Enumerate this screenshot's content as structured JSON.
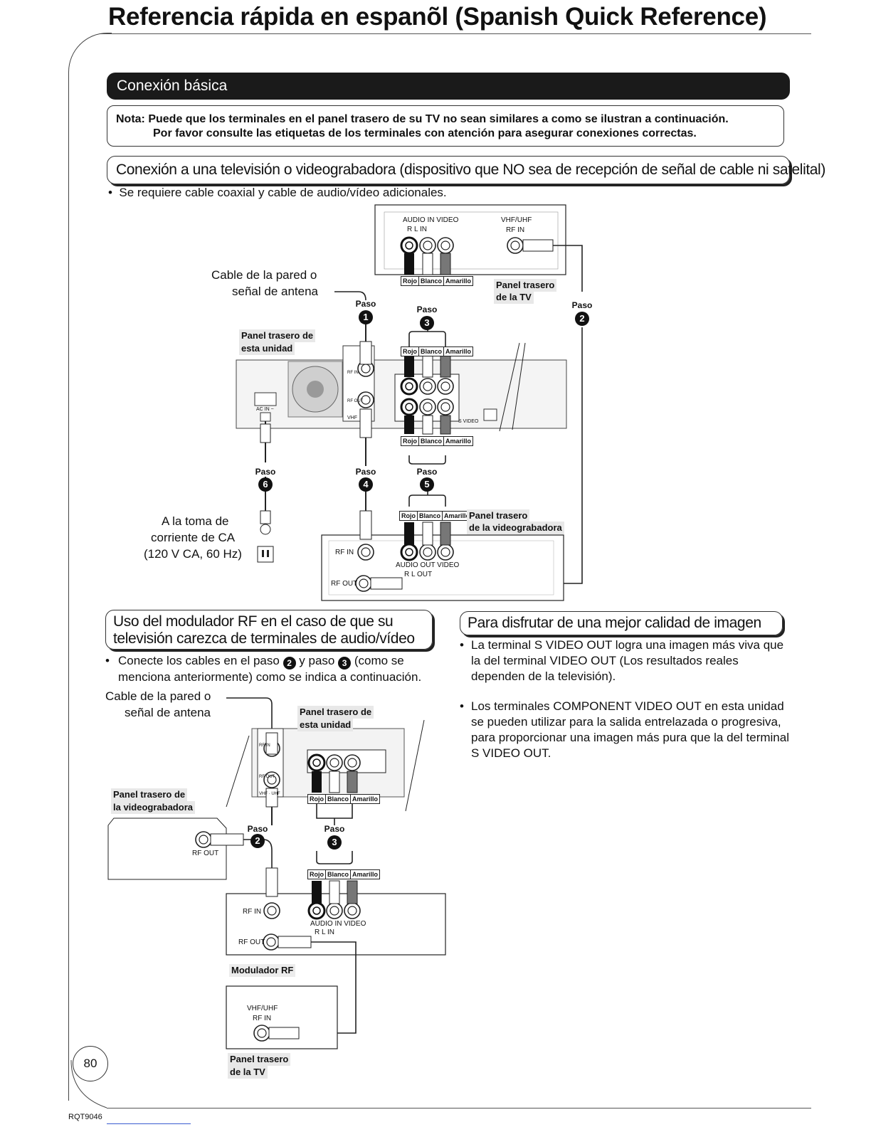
{
  "page": {
    "title": "Referencia rápida en espanõl (Spanish Quick Reference)",
    "section": "Conexión básica",
    "note": {
      "line1": "Nota: Puede que los terminales en el panel trasero de su TV no sean similares a como se ilustran a continuación.",
      "line2": "Por favor consulte las etiquetas de los terminales con atención para asegurar conexiones correctas."
    },
    "page_number": "80",
    "doc_code": "RQT9046"
  },
  "connection": {
    "heading": "Conexión a una televisión o videograbadora (dispositivo que NO sea de recepción de señal de cable ni satelital)",
    "bullet": "Se requiere cable coaxial y cable de audio/vídeo adicionales.",
    "cable_label_1": "Cable de la pared o",
    "cable_label_2": "señal de antena",
    "outlet_1": "A la toma de",
    "outlet_2": "corriente de CA",
    "outlet_3": "(120 V CA, 60 Hz)",
    "tv_audio_in_1": "AUDIO IN  VIDEO",
    "tv_audio_in_2": "R      L       IN",
    "tv_rf_1": "VHF/UHF",
    "tv_rf_2": "RF IN",
    "panel_tv_1": "Panel trasero",
    "panel_tv_2": "de la TV",
    "panel_unit_1": "Panel trasero de",
    "panel_unit_2": "esta unidad",
    "panel_vcr_1": "Panel trasero",
    "panel_vcr_2": "de la videograbadora",
    "vcr_rf_in": "RF IN",
    "vcr_rf_out": "RF OUT",
    "vcr_audio_out_1": "AUDIO OUT VIDEO",
    "vcr_audio_out_2": "R       L      OUT",
    "unit_rf_in": "RF IN",
    "unit_rf_out": "RF OUT",
    "unit_ac_in": "AC IN ~",
    "unit_vhf": "VHF",
    "unit_svideo": "S VIDEO",
    "paso": "Paso",
    "steps": [
      "1",
      "2",
      "3",
      "4",
      "5",
      "6"
    ],
    "colors": [
      "Rojo",
      "Blanco",
      "Amarillo"
    ]
  },
  "modulator": {
    "heading_1": "Uso del modulador RF en el caso de que su",
    "heading_2": "televisión carezca de terminales de audio/vídeo",
    "bullet_a": "Conecte los cables en el paso",
    "bullet_b": "y paso",
    "bullet_c": "(como se",
    "bullet_d": "menciona anteriormente) como se indica a continuación.",
    "step_a": "2",
    "step_b": "3",
    "cable_label_1": "Cable de la pared o",
    "cable_label_2": "señal de antena",
    "panel_unit_1": "Panel trasero de",
    "panel_unit_2": "esta unidad",
    "panel_vcr_1": "Panel trasero de",
    "panel_vcr_2": "la videograbadora",
    "vcr_rf_out": "RF OUT",
    "mod_rf_in": "RF IN",
    "mod_rf_out": "RF OUT",
    "mod_audio_1": "AUDIO IN  VIDEO",
    "mod_audio_2": "R      L       IN",
    "mod_label": "Modulador RF",
    "tv_rf_1": "VHF/UHF",
    "tv_rf_2": "RF IN",
    "panel_tv_1": "Panel trasero",
    "panel_tv_2": "de la TV",
    "unit_rf_in": "RF IN",
    "unit_rf_out": "RF OUT",
    "unit_vhf": "VHF · UHF"
  },
  "quality": {
    "heading": "Para disfrutar de una mejor calidad de imagen",
    "bullet_1": "La terminal S VIDEO OUT logra una imagen más viva que la del terminal VIDEO OUT (Los resultados reales dependen de la televisión).",
    "bullet_2": "Los terminales COMPONENT VIDEO OUT en esta unidad se pueden utilizar para la salida entrelazada o progresiva, para proporcionar una imagen más pura que la del terminal S VIDEO OUT."
  }
}
